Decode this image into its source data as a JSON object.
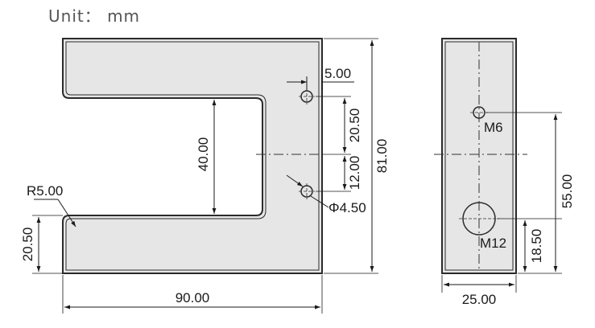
{
  "unit_label": "Unit： mm",
  "front_view": {
    "dims": {
      "slot_depth": "40.00",
      "hole_offset": "5.00",
      "hole_spacing": "20.50",
      "center_to_hole": "12.00",
      "hole_diameter": "Φ4.50",
      "height": "81.00",
      "fillet_radius": "R5.00",
      "lower_arm_height": "20.50",
      "width": "90.00"
    }
  },
  "side_view": {
    "dims": {
      "small_thread": "M6",
      "large_thread": "M12",
      "thread_spacing": "55.00",
      "large_thread_height": "18.50",
      "thickness": "25.00"
    }
  },
  "colors": {
    "body_fill": "#e6e6e6",
    "outline": "#2a2a2a",
    "dimension_line": "#1a1a1a"
  }
}
